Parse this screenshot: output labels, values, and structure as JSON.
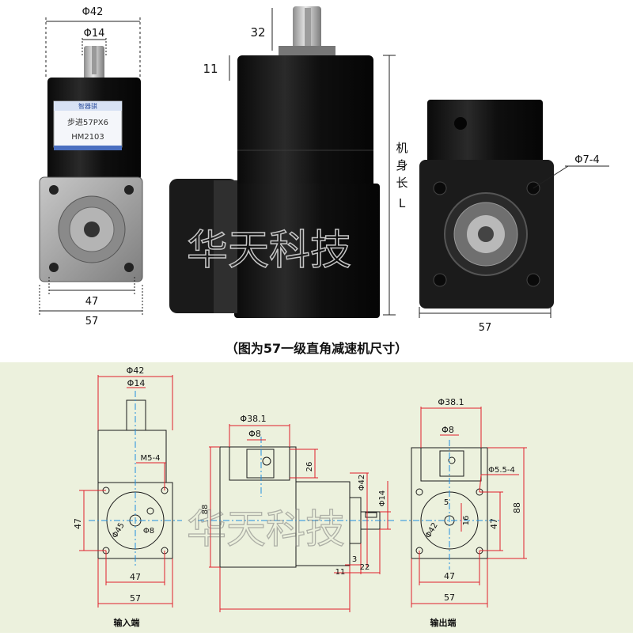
{
  "photo": {
    "caption": "（图为57一级直角减速机尺寸）",
    "watermark": "华天科技",
    "label_text": {
      "brand": "智器骐",
      "model": "步进57PX6",
      "serial": "HM2103"
    },
    "dims": {
      "phi42": "Φ42",
      "phi14": "Φ14",
      "d47": "47",
      "d57": "57",
      "d32": "32",
      "d11": "11",
      "body_length": [
        "机",
        "身",
        "长",
        "L"
      ],
      "phi7_4": "Φ7-4",
      "d57_right": "57"
    }
  },
  "drawing": {
    "watermark": "华天科技",
    "left_view": {
      "phi42": "Φ42",
      "phi14": "Φ14",
      "m5_4": "M5-4",
      "d47v": "47",
      "phi45": "Φ45",
      "phi8": "Φ8",
      "d47h": "47",
      "d57h": "57",
      "label": "输入端"
    },
    "middle_view": {
      "phi38_1": "Φ38.1",
      "phi8": "Φ8",
      "d26": "26",
      "phi42": "Φ42",
      "d88": "88",
      "phi14": "Φ14",
      "d3": "3",
      "d11": "11",
      "d22": "22"
    },
    "right_view": {
      "phi38_1": "Φ38.1",
      "phi8": "Φ8",
      "phi5_5_4": "Φ5.5-4",
      "d5": "5",
      "d16": "16",
      "phi42": "Φ42",
      "d47v": "47",
      "d88": "88",
      "d47h": "47",
      "d57h": "57",
      "label": "输出端"
    }
  },
  "colors": {
    "drawing_bg": "#ecf1dd",
    "dimension_red": "#e0202a",
    "center_blue": "#2090e0",
    "outline": "#1a1a1a",
    "motor_black": "#151515",
    "flange_gray": "#9a9a9a",
    "label_blue": "#4a6fc0"
  }
}
